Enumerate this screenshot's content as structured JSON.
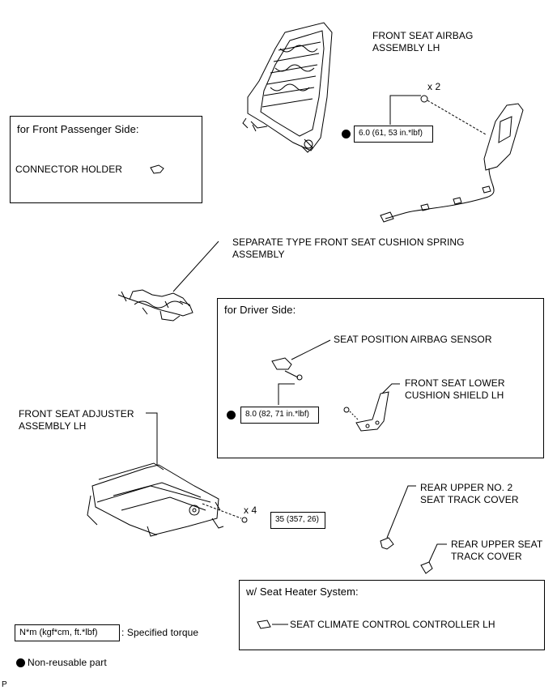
{
  "callouts": {
    "airbag": "FRONT SEAT AIRBAG\nASSEMBLY LH",
    "cushion_spring": "SEPARATE TYPE FRONT SEAT CUSHION SPRING\nASSEMBLY",
    "adjuster": "FRONT SEAT ADJUSTER\nASSEMBLY LH",
    "rear_upper_no2": "REAR UPPER NO. 2\nSEAT TRACK COVER",
    "rear_upper": "REAR UPPER SEAT\nTRACK COVER"
  },
  "quantities": {
    "airbag_nuts": "x 2",
    "adjuster_bolts": "x 4"
  },
  "torques": {
    "airbag_nut": "6.0 (61, 53 in.*lbf)",
    "sensor_bolt": "8.0 (82, 71 in.*lbf)",
    "adjuster_bolt": "35 (357, 26)"
  },
  "passenger_box": {
    "title": "for Front Passenger Side:",
    "connector_holder": "CONNECTOR HOLDER"
  },
  "driver_box": {
    "title": "for Driver Side:",
    "sensor": "SEAT POSITION AIRBAG SENSOR",
    "cushion_shield": "FRONT SEAT LOWER\nCUSHION SHIELD LH"
  },
  "heater_box": {
    "title": "w/ Seat Heater System:",
    "controller": "SEAT CLIMATE CONTROL CONTROLLER LH"
  },
  "legend": {
    "torque_sample": "N*m (kgf*cm, ft.*lbf)",
    "torque_desc": ": Specified torque",
    "nonreusable_desc": "Non-reusable part"
  },
  "footer_code": "P"
}
